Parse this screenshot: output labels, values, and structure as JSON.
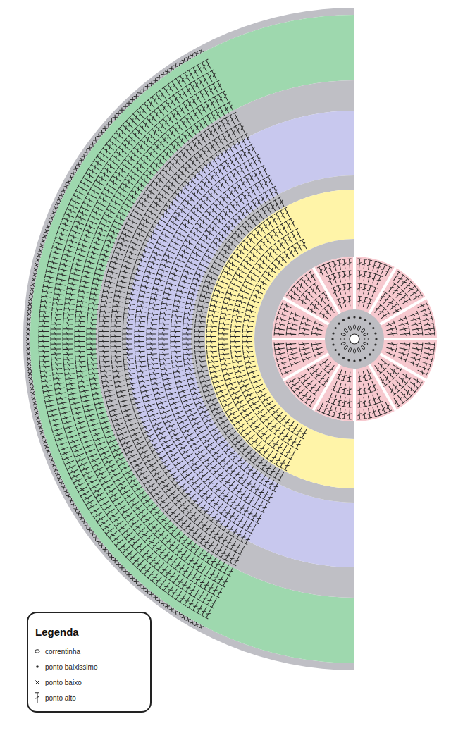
{
  "diagram": {
    "labels": [
      "Legenda"
    ],
    "legend": [
      {
        "text": "correntinha"
      },
      {
        "text": "ponto baixissimo"
      },
      {
        "text": "ponto baixo"
      },
      {
        "text": "ponto alto"
      }
    ]
  }
}
